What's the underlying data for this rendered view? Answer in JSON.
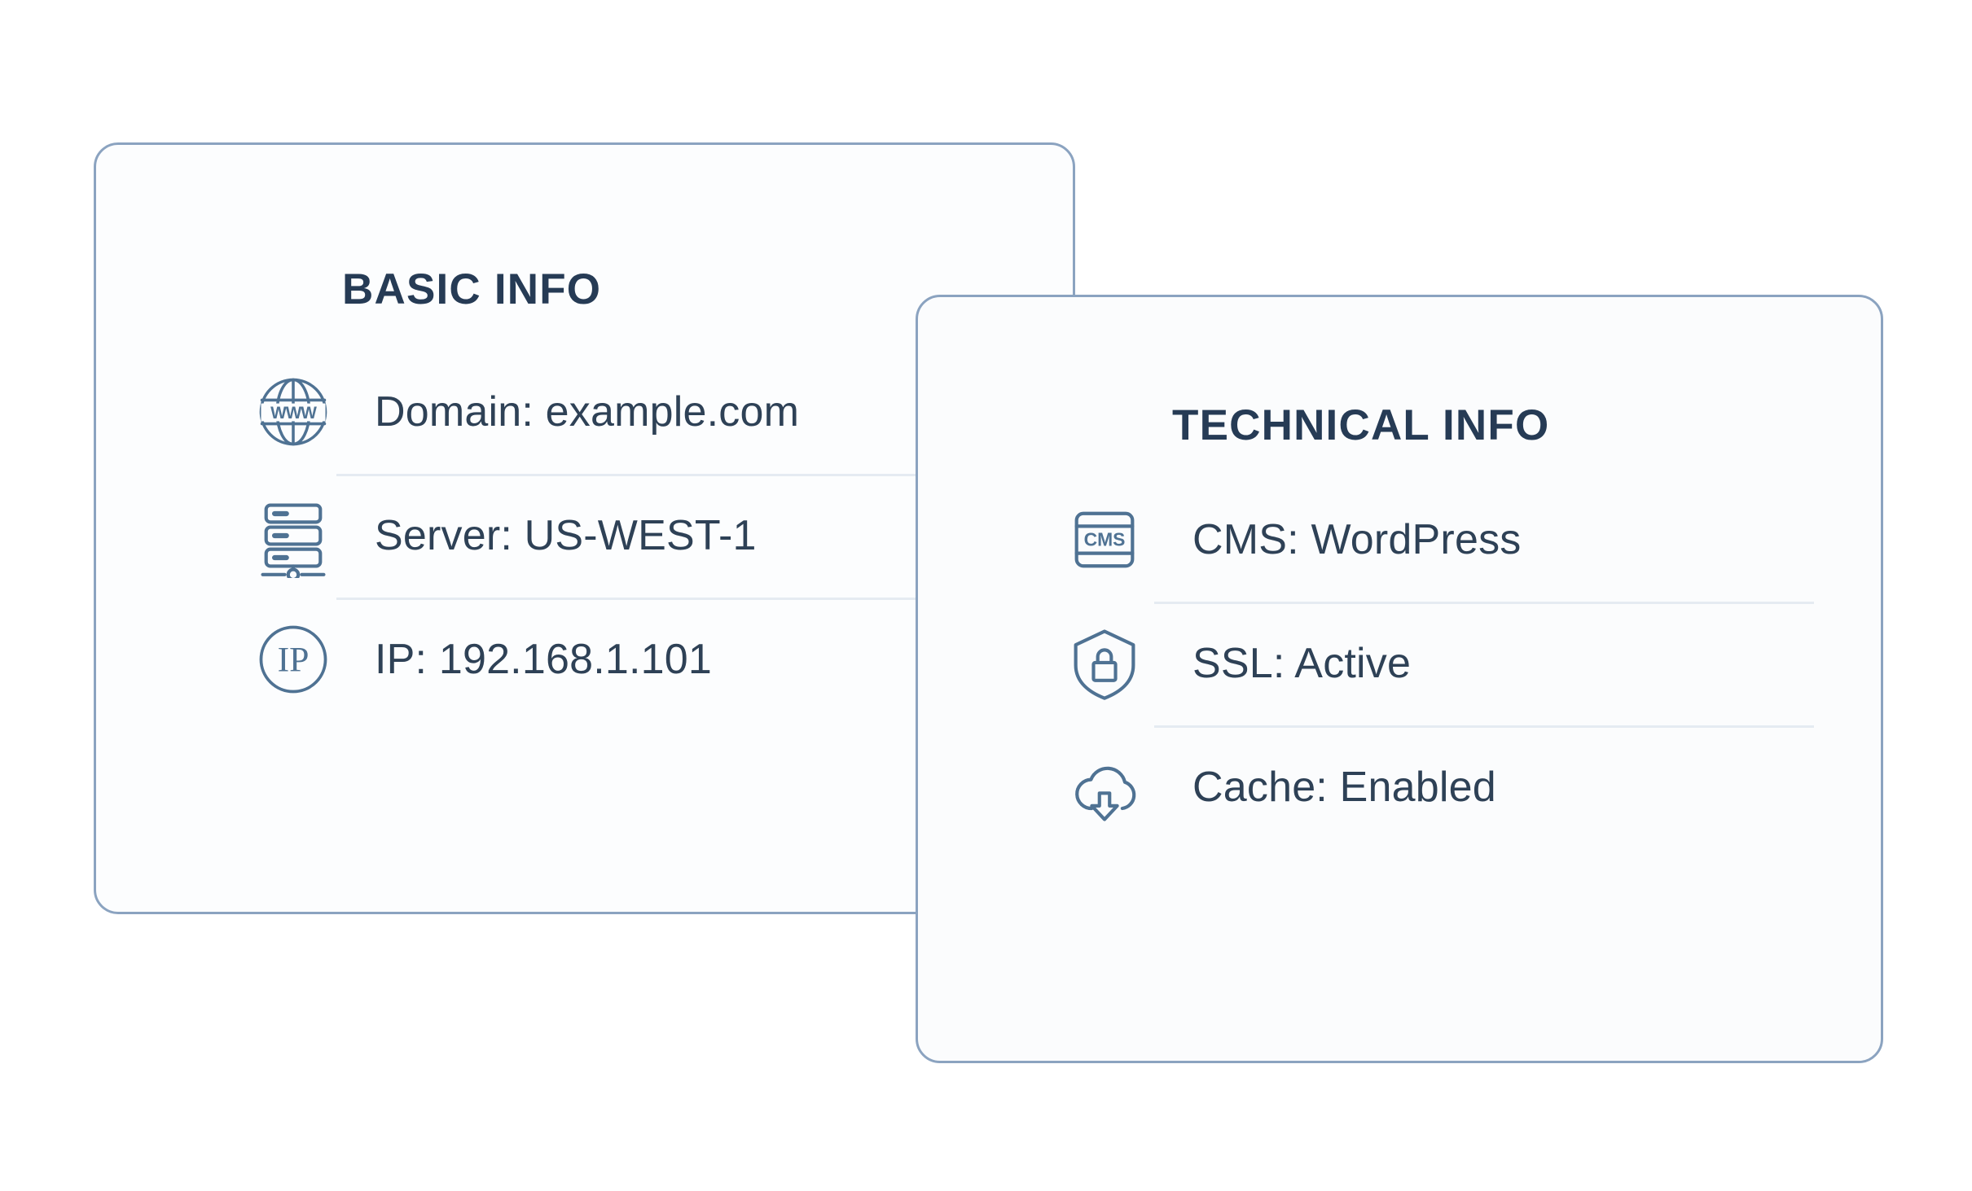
{
  "theme": {
    "page_background": "#ffffff",
    "card_background": "#fcfdfe",
    "card_border": "#8ba3c0",
    "divider": "#e5ebf2",
    "title_color": "#263b55",
    "text_color": "#2e4156",
    "icon_color": "#5a7a9e"
  },
  "cards": [
    {
      "id": "basic-info",
      "title": "BASIC INFO",
      "rows": [
        {
          "icon": "globe-www-icon",
          "label": "Domain: example.com"
        },
        {
          "icon": "server-rack-icon",
          "label": "Server: US-WEST-1"
        },
        {
          "icon": "ip-circle-icon",
          "label": "IP: 192.168.1.101"
        }
      ]
    },
    {
      "id": "technical-info",
      "title": "TECHNICAL INFO",
      "rows": [
        {
          "icon": "cms-card-icon",
          "label": "CMS: WordPress"
        },
        {
          "icon": "shield-lock-icon",
          "label": "SSL: Active"
        },
        {
          "icon": "cloud-download-icon",
          "label": "Cache: Enabled"
        }
      ]
    }
  ],
  "icon_glyph_text": {
    "globe": "WWW",
    "ip": "IP",
    "cms": "CMS"
  }
}
